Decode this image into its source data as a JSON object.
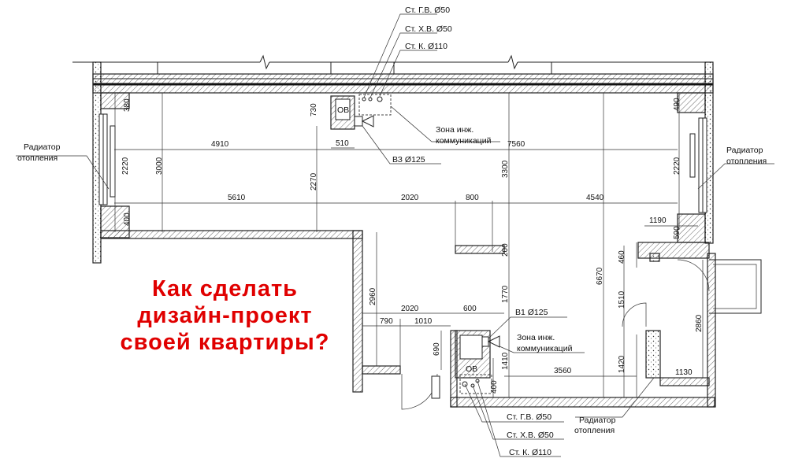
{
  "headline": [
    "Как сделать",
    "дизайн-проект",
    "своей квартиры?"
  ],
  "labels": {
    "hw_top": "Ст. Г.В. Ø50",
    "cw_top": "Ст. Х.В. Ø50",
    "sewer_top": "Ст. К. Ø110",
    "zone_top_1": "Зона инж.",
    "zone_top_2": "коммуникаций",
    "vent_top": "ВЗ Ø125",
    "vent_bottom": "В1 Ø125",
    "zone_bottom_1": "Зона инж.",
    "zone_bottom_2": "коммуникаций",
    "hw_bottom": "Ст. Г.В. Ø50",
    "cw_bottom": "Ст. Х.В. Ø50",
    "sewer_bottom": "Ст. К. Ø110",
    "radiator_left_1": "Радиатор",
    "radiator_left_2": "отопления",
    "radiator_right_1": "Радиатор",
    "radiator_right_2": "отопления",
    "radiator_bottom_1": "Радиатор",
    "radiator_bottom_2": "отопления",
    "shaft_top": "ОВ",
    "shaft_bottom": "ОВ"
  },
  "dims": {
    "d4910": "4910",
    "d7560": "7560",
    "d5610": "5610",
    "d2020a": "2020",
    "d800": "800",
    "d4540": "4540",
    "d510": "510",
    "d380": "380",
    "d2220a": "2220",
    "d400a": "400",
    "d3000": "3000",
    "d730": "730",
    "d2270": "2270",
    "d3300": "3300",
    "d490": "490",
    "d2220b": "2220",
    "d1190": "1190",
    "d590": "590",
    "d200": "200",
    "d2960": "2960",
    "d2020b": "2020",
    "d600": "600",
    "d790": "790",
    "d1010": "1010",
    "d1770": "1770",
    "d1410": "1410",
    "d400b": "400",
    "d690": "690",
    "d3560": "3560",
    "d6670": "6670",
    "d460": "460",
    "d1510": "1510",
    "d1420": "1420",
    "d2860": "2860",
    "d1130": "1130"
  }
}
